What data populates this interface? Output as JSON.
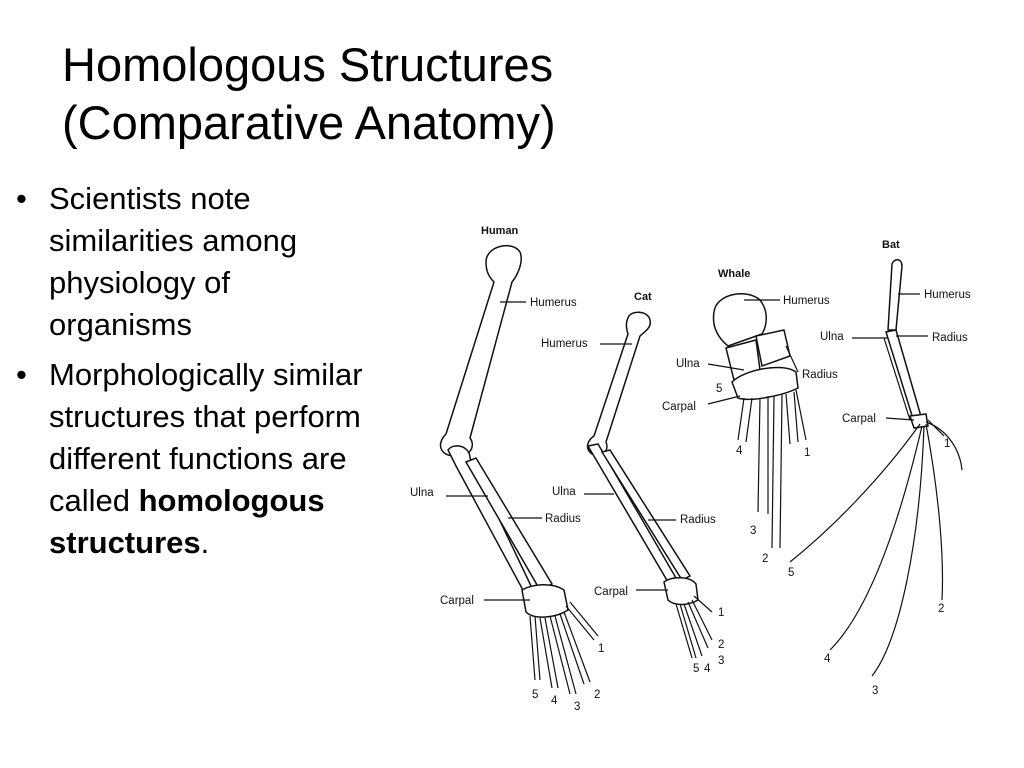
{
  "slide": {
    "title_line1": "Homologous Structures",
    "title_line2": "(Comparative Anatomy)",
    "bullet1": "Scientists note similarities among physiology of organisms",
    "bullet2_prefix": "Morphologically similar structures that perform different functions are called ",
    "bullet2_bold": "homologous structures",
    "bullet2_suffix": "."
  },
  "figure": {
    "human": {
      "heading": "Human",
      "humerus": "Humerus",
      "ulna": "Ulna",
      "radius": "Radius",
      "carpal": "Carpal",
      "d1": "1",
      "d2": "2",
      "d3": "3",
      "d4": "4",
      "d5": "5"
    },
    "cat": {
      "heading": "Cat",
      "humerus": "Humerus",
      "ulna": "Ulna",
      "radius": "Radius",
      "carpal": "Carpal",
      "d1": "1",
      "d2": "2",
      "d3": "3",
      "d4": "4",
      "d5": "5"
    },
    "whale": {
      "heading": "Whale",
      "humerus": "Humerus",
      "ulna": "Ulna",
      "radius": "Radius",
      "carpal": "Carpal",
      "d1": "1",
      "d2": "2",
      "d3": "3",
      "d4": "4",
      "d5": "5"
    },
    "bat": {
      "heading": "Bat",
      "humerus": "Humerus",
      "ulna": "Ulna",
      "radius": "Radius",
      "carpal": "Carpal",
      "d1": "1",
      "d2": "2",
      "d3": "3",
      "d4": "4",
      "d5": "5"
    }
  }
}
